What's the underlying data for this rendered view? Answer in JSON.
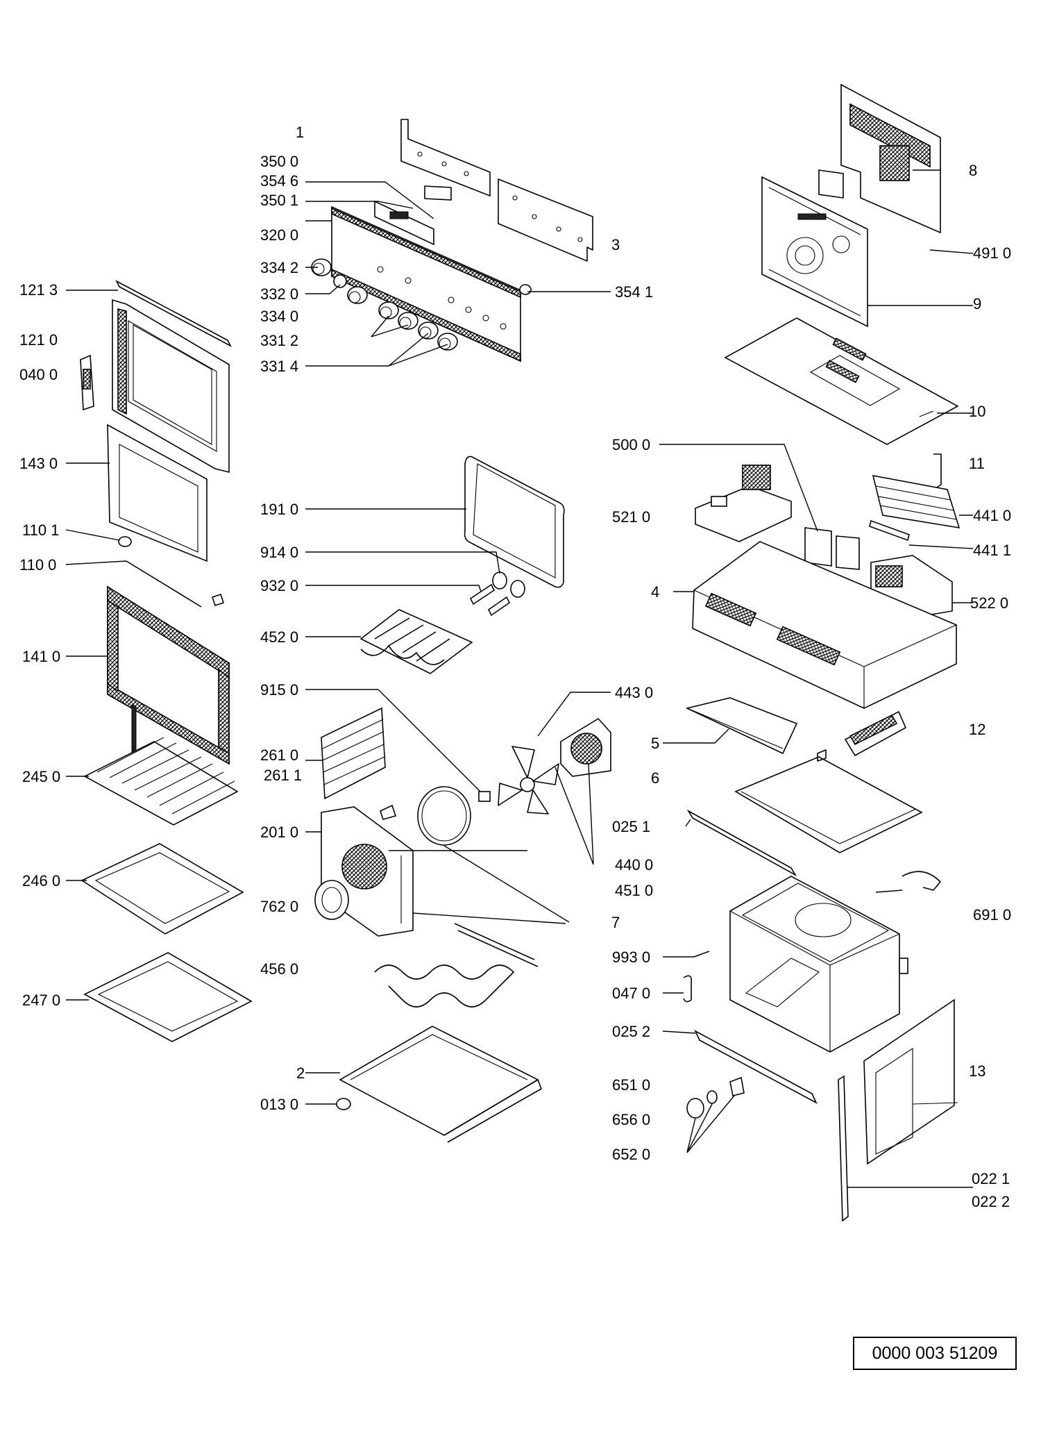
{
  "labels": {
    "l_1": "1",
    "l_350_0": "350 0",
    "l_354_6": "354 6",
    "l_350_1": "350 1",
    "l_320_0": "320 0",
    "l_334_2": "334 2",
    "l_332_0": "332 0",
    "l_334_0": "334 0",
    "l_331_2": "331 2",
    "l_331_4": "331 4",
    "l_354_1": "354 1",
    "l_3": "3",
    "l_8": "8",
    "l_491_0": "491 0",
    "l_9": "9",
    "l_10": "10",
    "l_11": "11",
    "l_500_0": "500 0",
    "l_521_0": "521 0",
    "l_441_0": "441 0",
    "l_441_1": "441 1",
    "l_4": "4",
    "l_522_0": "522 0",
    "l_121_3": "121 3",
    "l_121_0": "121 0",
    "l_040_0": "040 0",
    "l_143_0": "143 0",
    "l_110_1": "110 1",
    "l_110_0": "110 0",
    "l_141_0": "141 0",
    "l_245_0": "245 0",
    "l_246_0": "246 0",
    "l_247_0": "247 0",
    "l_191_0": "191 0",
    "l_914_0": "914 0",
    "l_932_0": "932 0",
    "l_452_0": "452 0",
    "l_915_0": "915 0",
    "l_261_0": "261 0",
    "l_261_1": "261 1",
    "l_201_0": "201 0",
    "l_762_0": "762 0",
    "l_456_0": "456 0",
    "l_2": "2",
    "l_013_0": "013 0",
    "l_443_0": "443 0",
    "l_440_0": "440 0",
    "l_451_0": "451 0",
    "l_7": "7",
    "l_5": "5",
    "l_6": "6",
    "l_12": "12",
    "l_025_1": "025 1",
    "l_691_0": "691 0",
    "l_993_0": "993 0",
    "l_047_0": "047 0",
    "l_025_2": "025 2",
    "l_651_0": "651 0",
    "l_656_0": "656 0",
    "l_652_0": "652 0",
    "l_13": "13",
    "l_022_1": "022 1",
    "l_022_2": "022 2"
  },
  "document_number": "0000 003 51209"
}
